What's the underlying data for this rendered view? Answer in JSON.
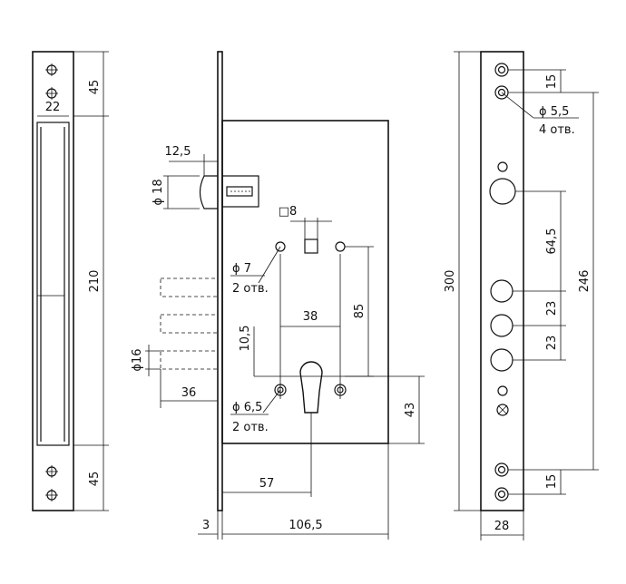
{
  "dimensions": {
    "faceplate_top": "45",
    "faceplate_width": "22",
    "faceplate_middle": "210",
    "faceplate_bottom": "45",
    "latch_offset": "12,5",
    "latch_diameter": "ϕ 18",
    "spindle_square": "□8",
    "screw_hole_dia": "ϕ 7",
    "screw_hole_count_1": "2 отв.",
    "center_distance": "38",
    "spindle_height": "85",
    "bolt_spacing": "10,5",
    "bolt_diameter": "ϕ16",
    "bolt_throw": "36",
    "cyl_hole_dia": "ϕ 6,5",
    "cyl_hole_count": "2 отв.",
    "cyl_offset": "43",
    "backset": "57",
    "plate_thickness": "3",
    "case_depth": "106,5",
    "strike_height": "300",
    "strike_top_holes": "15",
    "strike_hole_dia": "ϕ 5,5",
    "strike_hole_count": "4 отв.",
    "strike_latch_to_bolt": "64,5",
    "strike_bolt_gap_1": "23",
    "strike_bolt_gap_2": "23",
    "strike_overall": "246",
    "strike_bottom_holes": "15",
    "strike_width": "28"
  }
}
